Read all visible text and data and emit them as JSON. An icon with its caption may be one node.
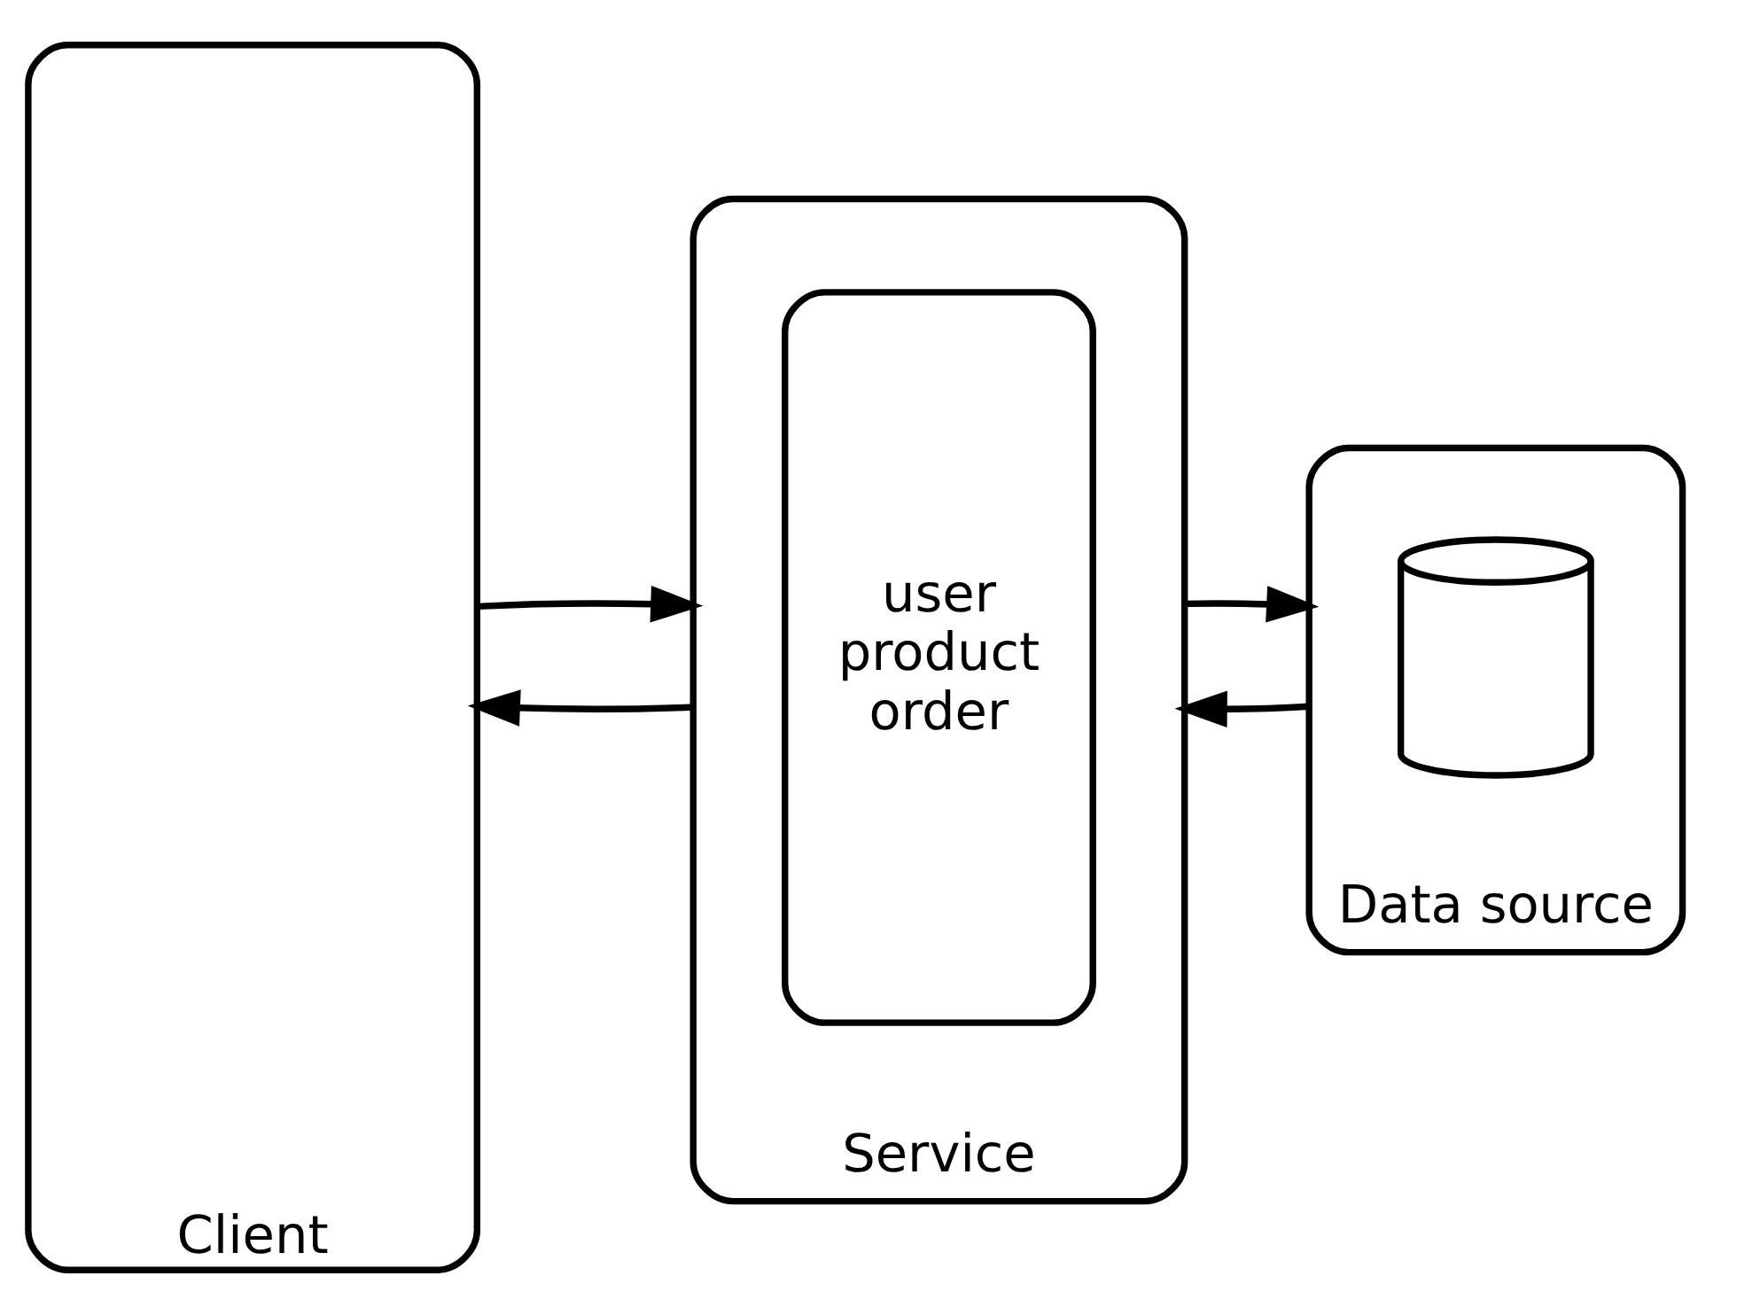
{
  "diagram": {
    "nodes": [
      {
        "text": [
          "Client"
        ]
      },
      {
        "text": [
          "Service"
        ]
      },
      {
        "text": [
          "user",
          "product",
          "order"
        ],
        "in": 1
      },
      {
        "text": [
          "Data source"
        ]
      },
      {
        "text": [],
        "shape": "cylinder",
        "in": 3
      }
    ],
    "edges": [
      {
        "from": 1,
        "to": 0,
        "arrow": "to"
      },
      {
        "from": 0,
        "to": 1,
        "arrow": "to"
      },
      {
        "from": 3,
        "to": 1,
        "arrow": "to"
      },
      {
        "from": 1,
        "to": 3,
        "arrow": "to"
      }
    ]
  }
}
